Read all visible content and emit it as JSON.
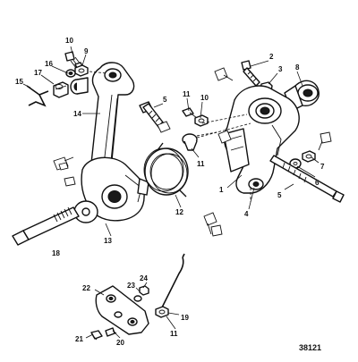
{
  "diagram": {
    "figure_number": "38121",
    "callouts": [
      {
        "id": "c1",
        "label": "1"
      },
      {
        "id": "c2",
        "label": "2"
      },
      {
        "id": "c3",
        "label": "3"
      },
      {
        "id": "c4",
        "label": "4"
      },
      {
        "id": "c5a",
        "label": "5"
      },
      {
        "id": "c5b",
        "label": "5"
      },
      {
        "id": "c6",
        "label": "6"
      },
      {
        "id": "c7",
        "label": "7"
      },
      {
        "id": "c8",
        "label": "8"
      },
      {
        "id": "c9a",
        "label": "9"
      },
      {
        "id": "c9b",
        "label": "9"
      },
      {
        "id": "c10a",
        "label": "10"
      },
      {
        "id": "c10b",
        "label": "10"
      },
      {
        "id": "c11a",
        "label": "11"
      },
      {
        "id": "c11b",
        "label": "11"
      },
      {
        "id": "c12",
        "label": "12"
      },
      {
        "id": "c13",
        "label": "13"
      },
      {
        "id": "c14",
        "label": "14"
      },
      {
        "id": "c15",
        "label": "15"
      },
      {
        "id": "c16",
        "label": "16"
      },
      {
        "id": "c17",
        "label": "17"
      },
      {
        "id": "c18",
        "label": "18"
      },
      {
        "id": "c19",
        "label": "19"
      },
      {
        "id": "c20",
        "label": "20"
      },
      {
        "id": "c21",
        "label": "21"
      },
      {
        "id": "c22",
        "label": "22"
      },
      {
        "id": "c23",
        "label": "23"
      },
      {
        "id": "c24",
        "label": "24"
      }
    ]
  }
}
